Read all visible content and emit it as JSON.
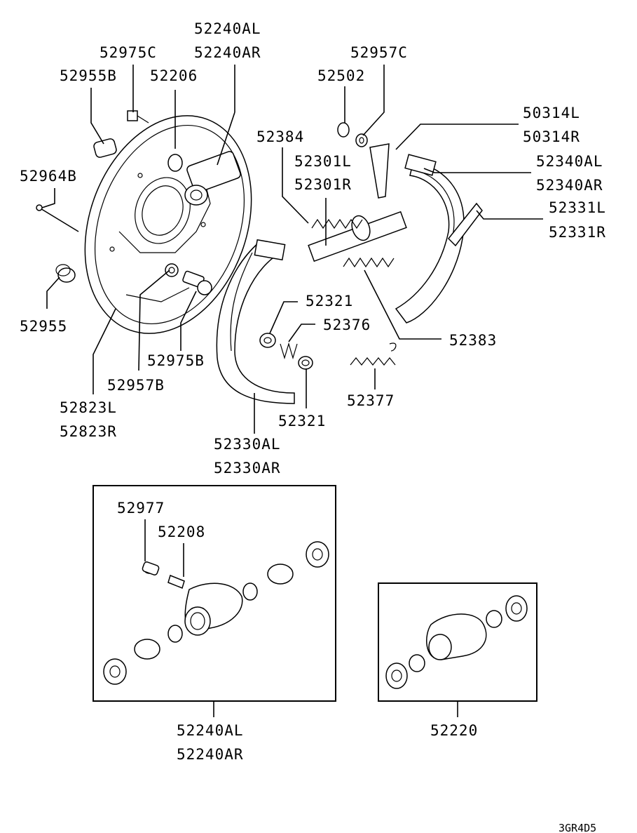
{
  "labels": {
    "p52240AL_top": "52240AL",
    "p52240AR_top": "52240AR",
    "p52975C": "52975C",
    "p52955B": "52955B",
    "p52206": "52206",
    "p52957C": "52957C",
    "p52502": "52502",
    "p50314L": "50314L",
    "p50314R": "50314R",
    "p52384": "52384",
    "p52301L": "52301L",
    "p52301R": "52301R",
    "p52340AL": "52340AL",
    "p52340AR": "52340AR",
    "p52964B": "52964B",
    "p52331L": "52331L",
    "p52331R": "52331R",
    "p52955": "52955",
    "p52321_top": "52321",
    "p52376": "52376",
    "p52383": "52383",
    "p52975B": "52975B",
    "p52957B": "52957B",
    "p52823L": "52823L",
    "p52823R": "52823R",
    "p52377": "52377",
    "p52321_bottom": "52321",
    "p52330AL": "52330AL",
    "p52330AR": "52330AR",
    "p52977": "52977",
    "p52208": "52208",
    "p52240AL_bottom": "52240AL",
    "p52240AR_bottom": "52240AR",
    "p52220": "52220",
    "diagram_code": "3GR4D5"
  }
}
